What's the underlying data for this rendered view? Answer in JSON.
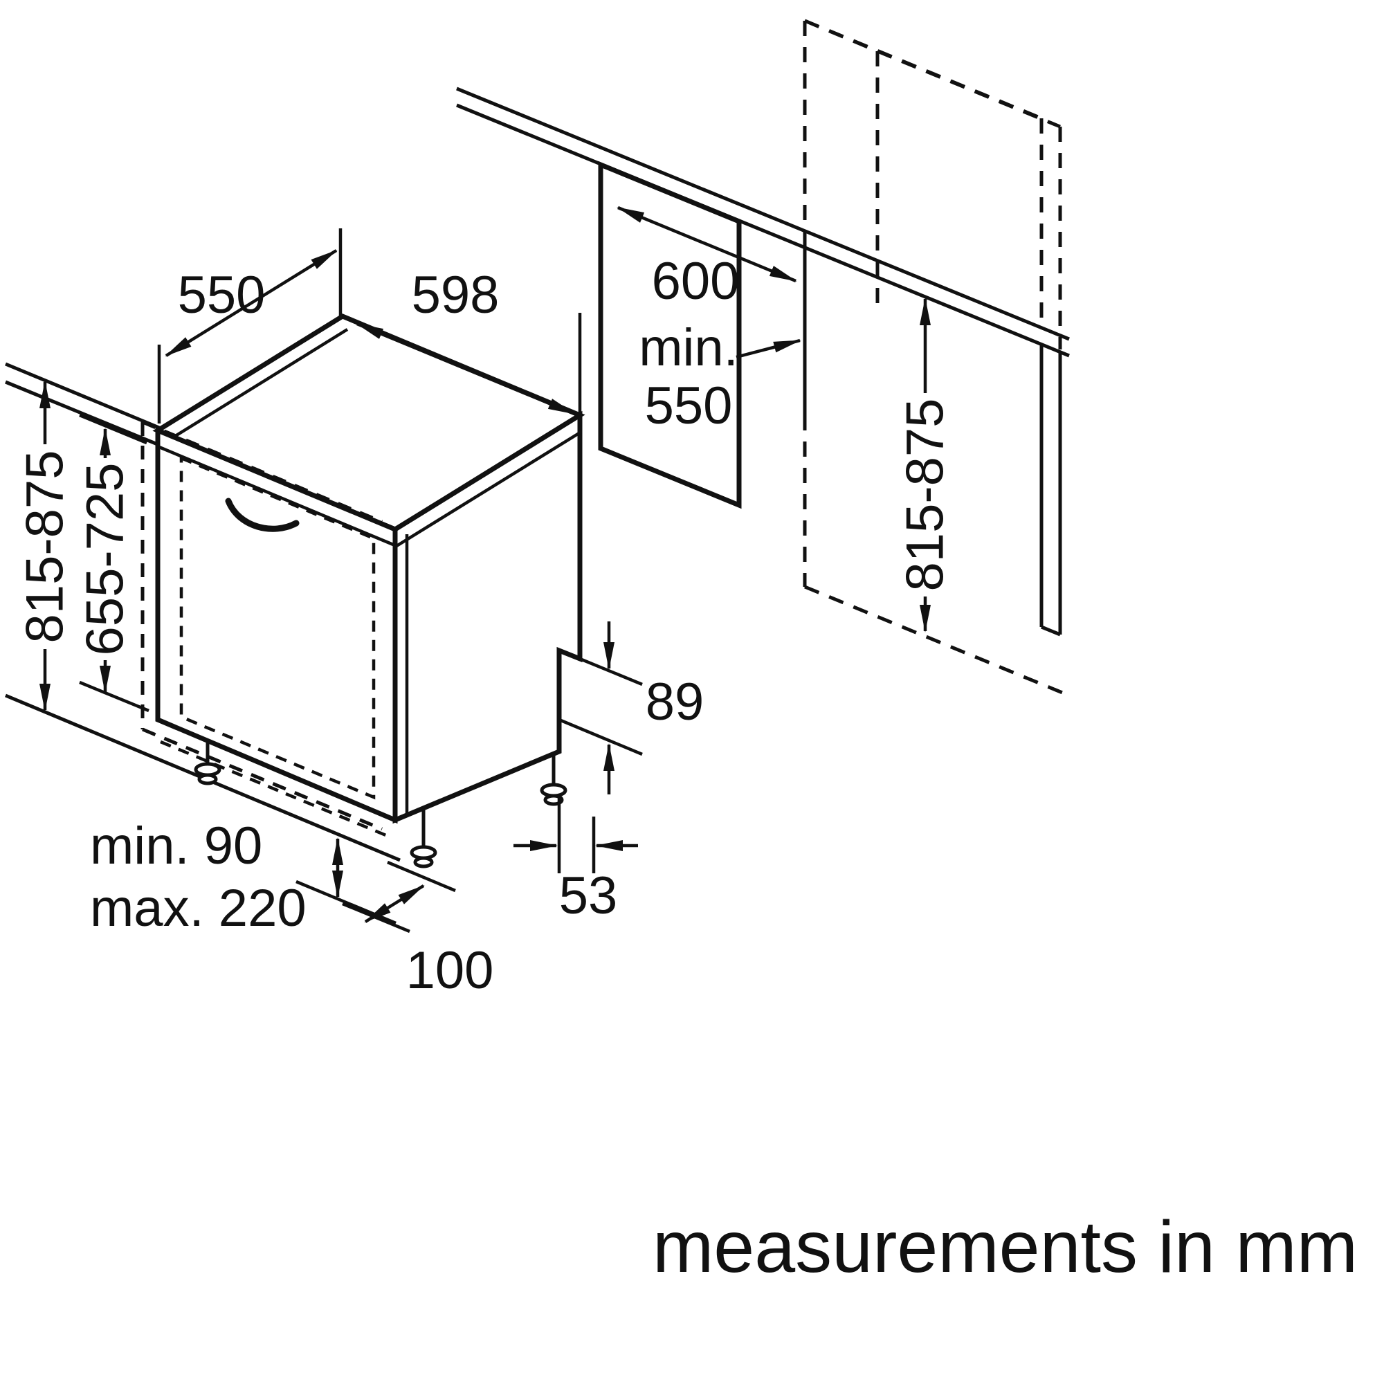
{
  "caption": "measurements in mm",
  "labels": {
    "appliance_depth": "550",
    "appliance_width": "598",
    "appliance_height": "815-875",
    "furniture_door_height": "655-725",
    "plinth_height_min": "min. 90",
    "plinth_height_max": "max. 220",
    "plinth_depth": "100",
    "rear_step_height": "89",
    "rear_step_depth": "53",
    "niche_width": "600",
    "niche_depth_prefix": "min.",
    "niche_depth_value": "550",
    "niche_height": "815-875"
  }
}
